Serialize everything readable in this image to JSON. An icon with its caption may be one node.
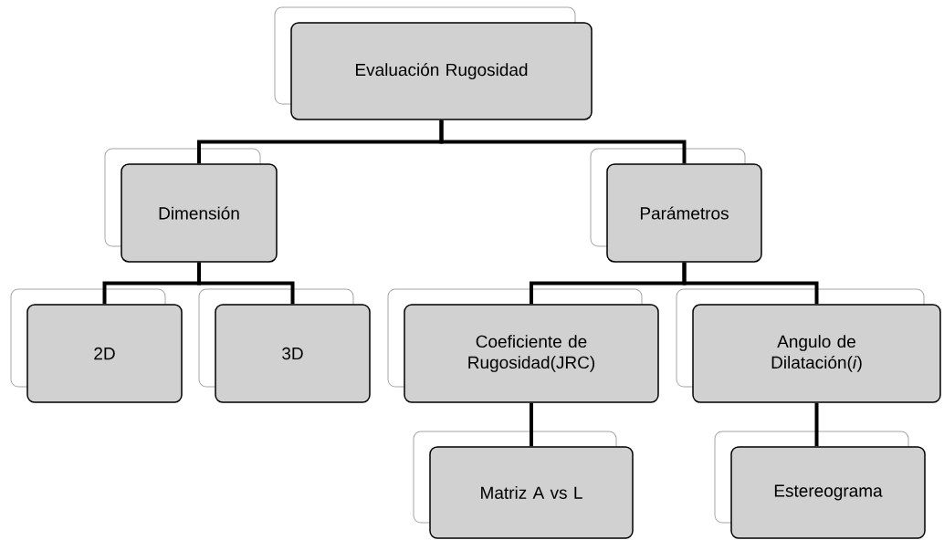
{
  "diagram": {
    "nodes": [
      {
        "text": [
          "Evaluación Rugosidad"
        ]
      },
      {
        "text": [
          "Dimensión"
        ]
      },
      {
        "text": [
          "Parámetros"
        ]
      },
      {
        "text": [
          "2D"
        ]
      },
      {
        "text": [
          "3D"
        ]
      },
      {
        "text": [
          "Coeficiente de Rugosidad(JRC)"
        ]
      },
      {
        "text": [
          "Angulo de Dilatación(*i*)"
        ]
      },
      {
        "text": [
          "Matriz A vs L"
        ]
      },
      {
        "text": [
          "Estereograma"
        ]
      }
    ],
    "edges": [
      {
        "from": 0,
        "to": 1,
        "arrow": "none"
      },
      {
        "from": 0,
        "to": 2,
        "arrow": "none"
      },
      {
        "from": 1,
        "to": 3,
        "arrow": "none"
      },
      {
        "from": 1,
        "to": 4,
        "arrow": "none"
      },
      {
        "from": 2,
        "to": 5,
        "arrow": "none"
      },
      {
        "from": 2,
        "to": 6,
        "arrow": "none"
      },
      {
        "from": 5,
        "to": 7,
        "arrow": "none"
      },
      {
        "from": 6,
        "to": 8,
        "arrow": "none"
      }
    ]
  }
}
